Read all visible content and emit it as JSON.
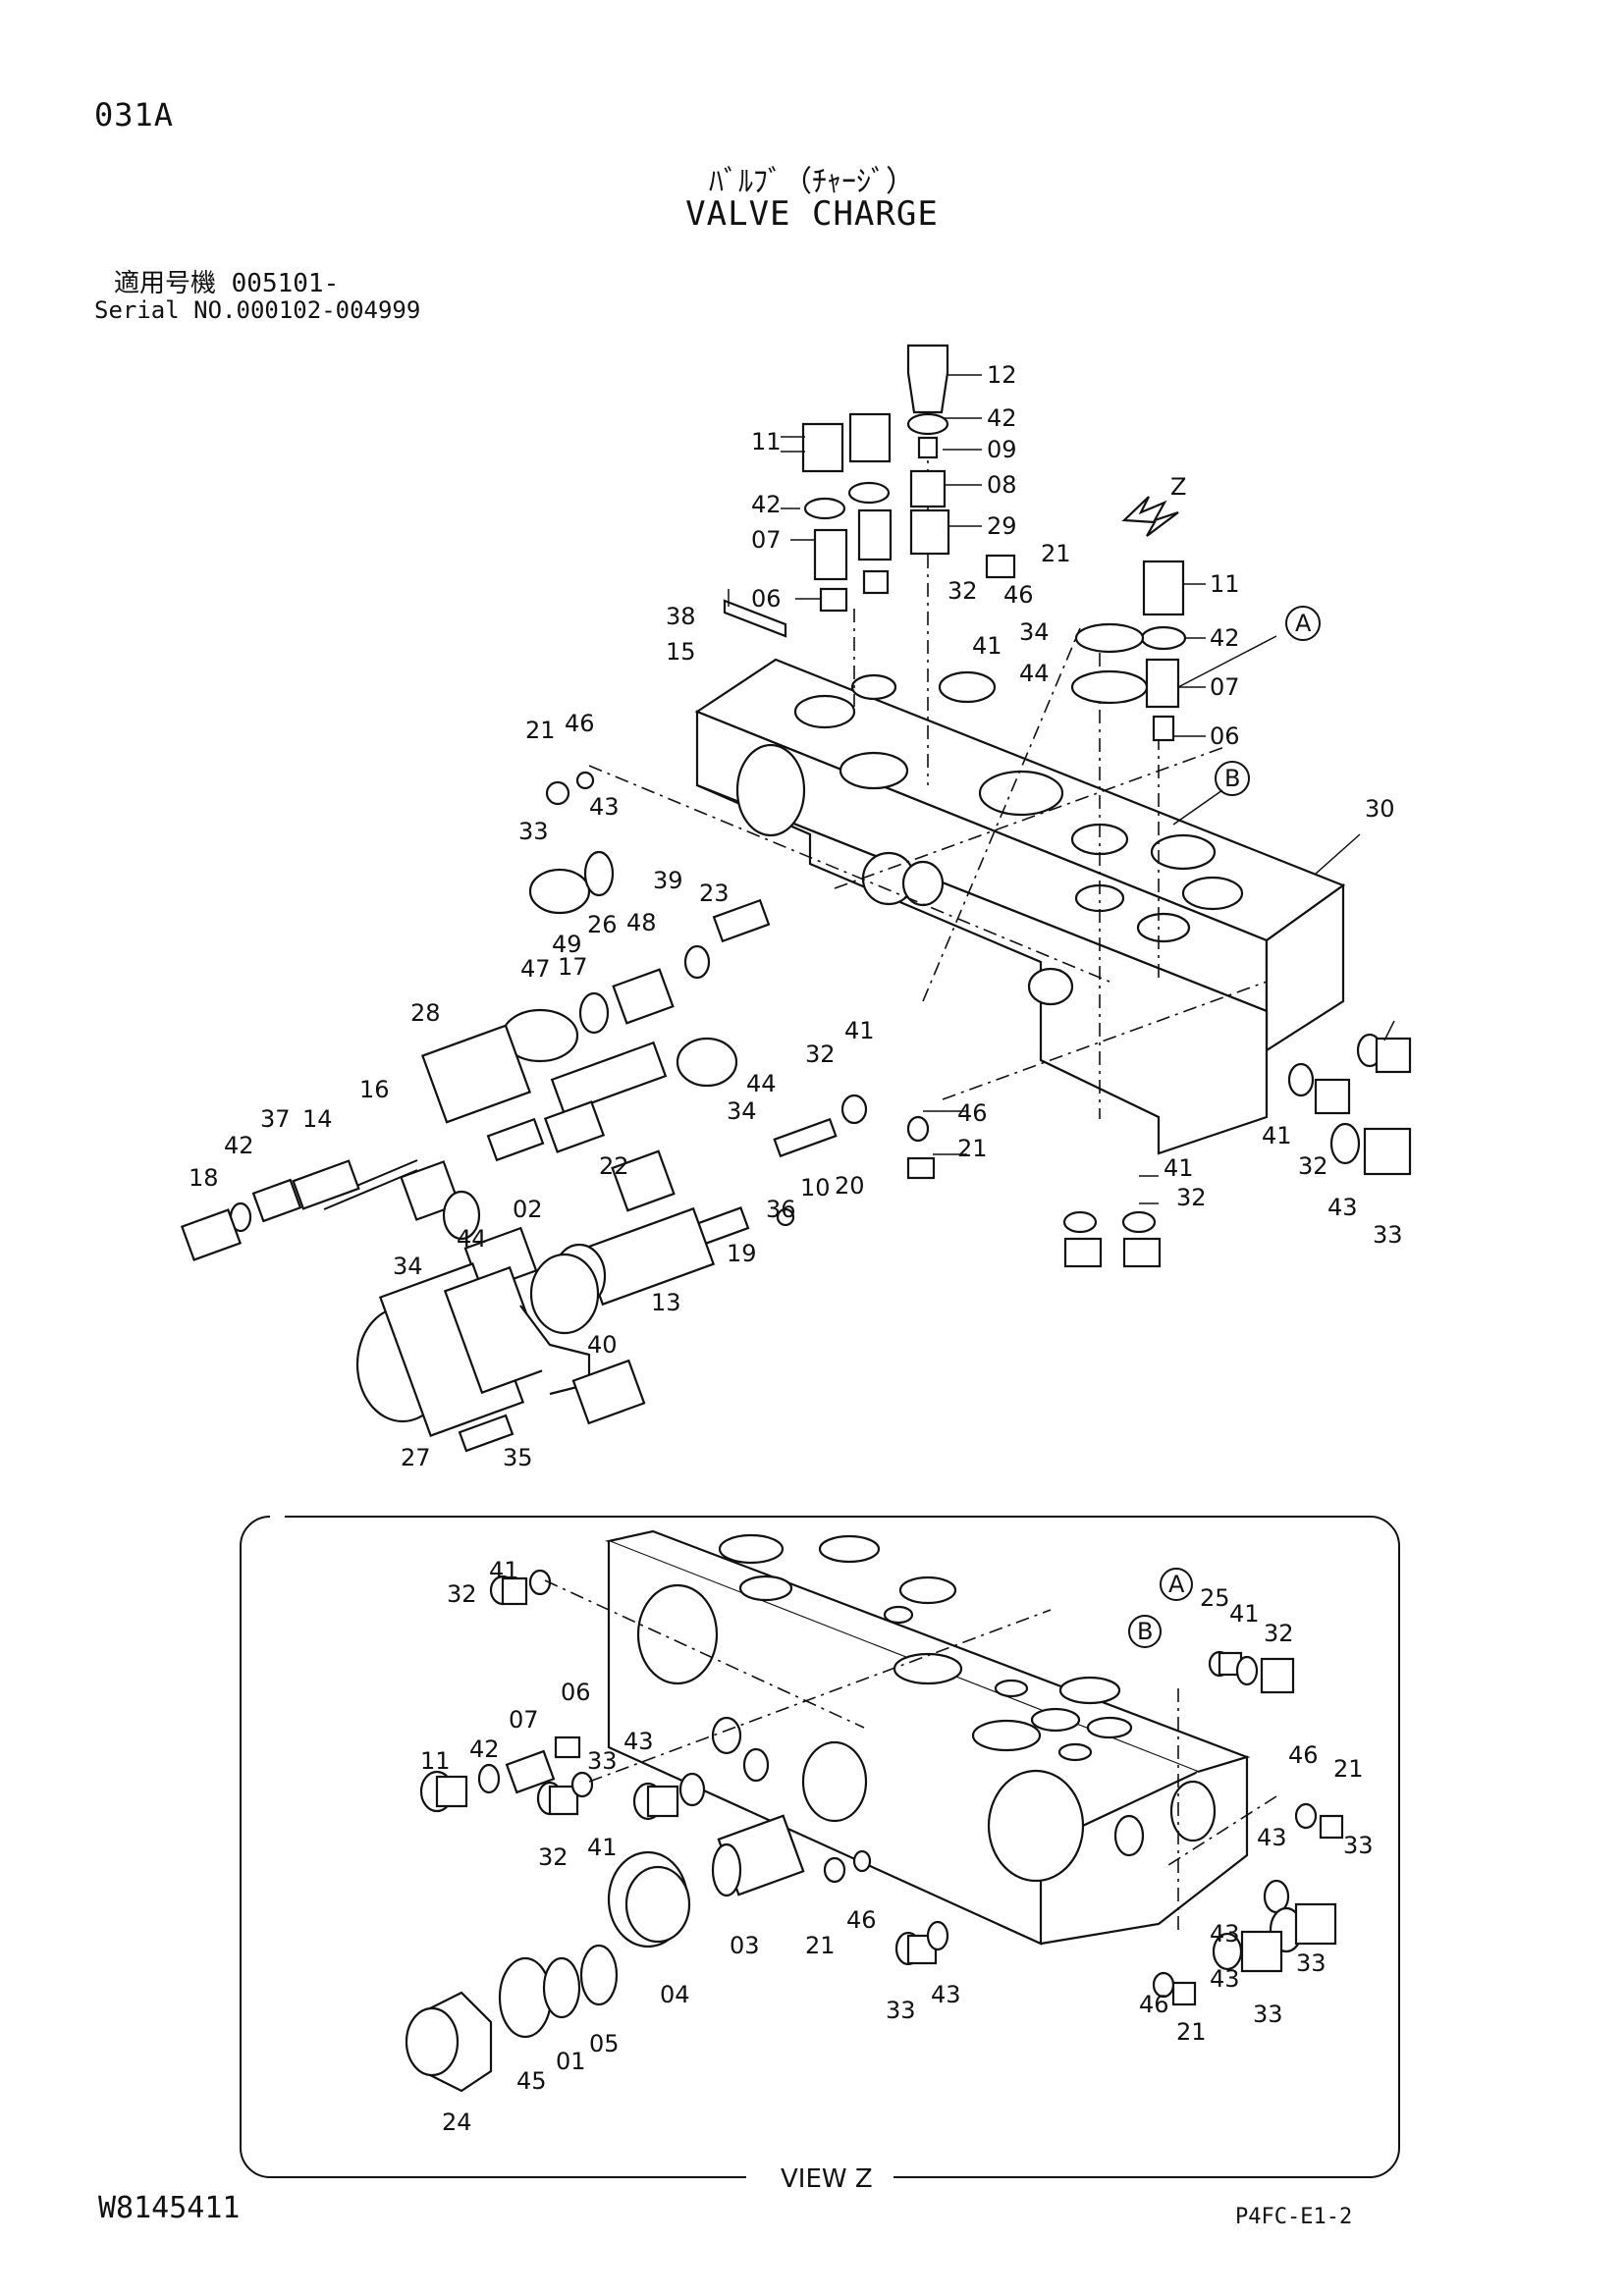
{
  "header": {
    "page_code": "031A",
    "title_jp": "ﾊﾞﾙﾌﾞ（ﾁｬｰｼﾞ）",
    "title_en": "VALVE CHARGE",
    "serial_jp": "適用号機 005101-",
    "serial_en": "Serial NO.000102-004999"
  },
  "footer": {
    "doc_number": "W8145411",
    "page_ref": "P4FC-E1-2"
  },
  "view": {
    "direction_letter": "Z",
    "label": "VIEW Z",
    "refs": [
      "A",
      "B"
    ]
  },
  "callouts": {
    "main": [
      "12",
      "42",
      "09",
      "11",
      "08",
      "42",
      "29",
      "07",
      "21",
      "06",
      "32",
      "46",
      "11",
      "38",
      "41",
      "34",
      "42",
      "15",
      "A",
      "44",
      "07",
      "06",
      "21",
      "46",
      "B",
      "43",
      "30",
      "33",
      "39",
      "23",
      "49",
      "48",
      "26",
      "47",
      "17",
      "41",
      "28",
      "32",
      "44",
      "16",
      "37",
      "34",
      "46",
      "14",
      "21",
      "42",
      "22",
      "20",
      "18",
      "10",
      "41",
      "02",
      "36",
      "44",
      "19",
      "32",
      "41",
      "34",
      "13",
      "32",
      "43",
      "33",
      "40",
      "27",
      "35"
    ],
    "view_z": [
      "41",
      "A",
      "32",
      "25",
      "41",
      "32",
      "B",
      "06",
      "07",
      "42",
      "43",
      "11",
      "33",
      "46",
      "21",
      "32",
      "41",
      "43",
      "33",
      "03",
      "21",
      "46",
      "43",
      "04",
      "43",
      "33",
      "05",
      "01",
      "45",
      "46",
      "24",
      "21",
      "33",
      "33",
      "43"
    ]
  },
  "icons": [
    "view-direction-arrow-icon",
    "reference-circle-icon"
  ],
  "colors": {
    "ink": "#111111",
    "paper": "#ffffff"
  }
}
